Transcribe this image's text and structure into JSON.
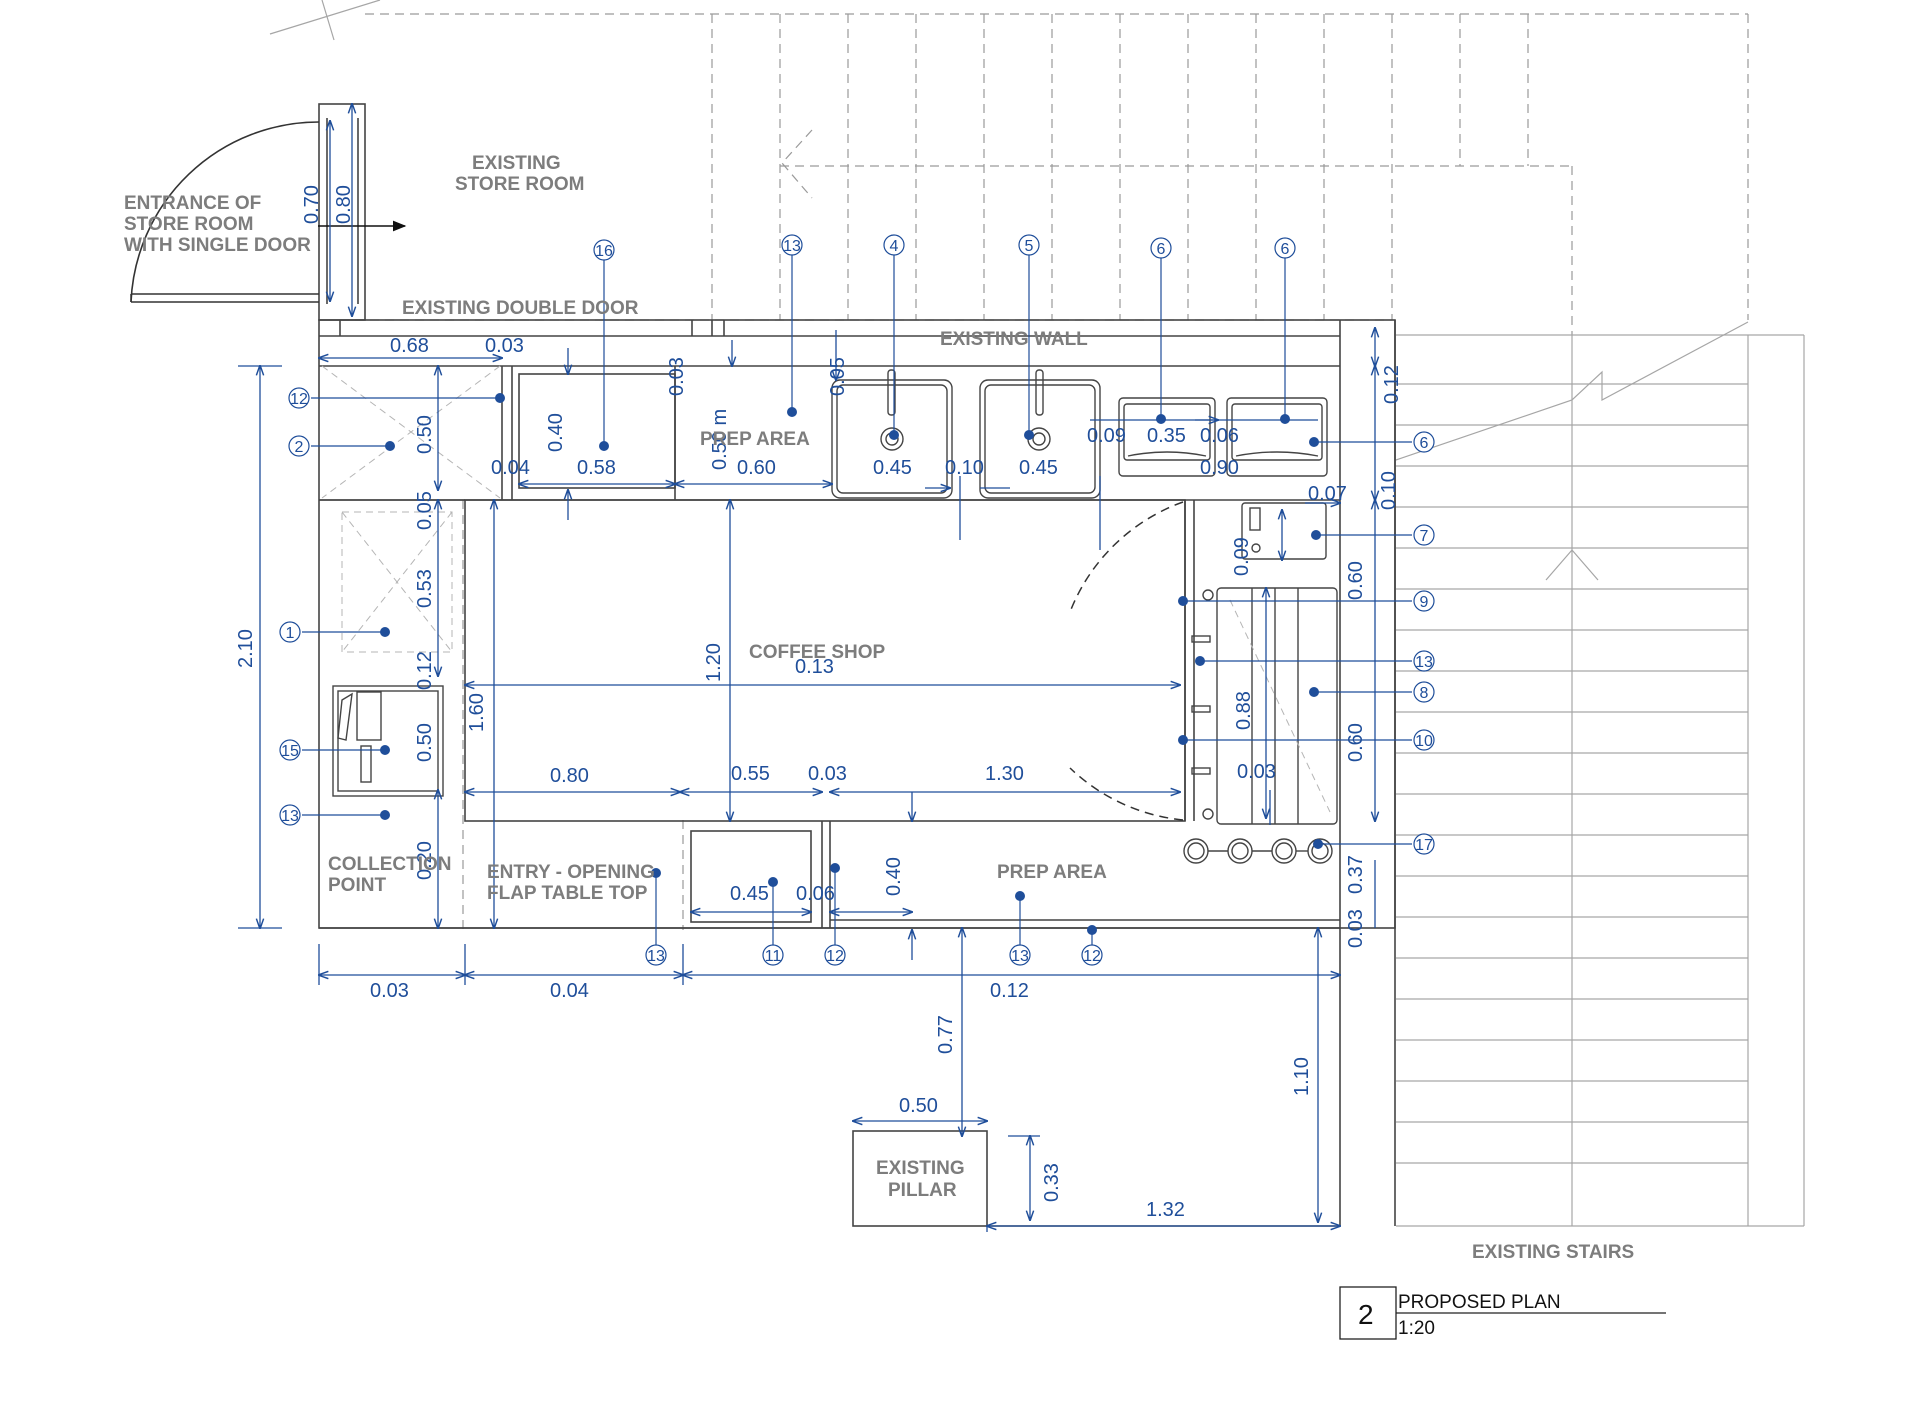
{
  "labels": {
    "entrance": [
      "ENTRANCE OF",
      "STORE ROOM",
      "WITH SINGLE DOOR"
    ],
    "store_room": [
      "EXISTING",
      "STORE ROOM"
    ],
    "double_door": "EXISTING  DOUBLE DOOR",
    "existing_wall": "EXISTING  WALL",
    "prep_area_top": "PREP AREA",
    "coffee_shop": "COFFEE SHOP",
    "collection_point": [
      "COLLECTION",
      "POINT"
    ],
    "entry_opening": [
      "ENTRY - OPENING",
      "FLAP TABLE TOP"
    ],
    "prep_area_bottom": "PREP AREA",
    "existing_pillar": [
      "EXISTING",
      "PILLAR"
    ],
    "existing_stairs": "EXISTING STAIRS"
  },
  "title_block": {
    "number": "2",
    "name": "PROPOSED PLAN",
    "scale": "1:20"
  },
  "colors": {
    "dimension": "#1f4e9a",
    "wall": "#444444",
    "label": "#7d7d7d",
    "hidden": "#9a9a9a"
  },
  "dimensions": [
    {
      "text": "0.68"
    },
    {
      "text": "0.03"
    },
    {
      "text": "0.70"
    },
    {
      "text": "0.80"
    },
    {
      "text": "0.40"
    },
    {
      "text": "0.58"
    },
    {
      "text": "0.03"
    },
    {
      "text": "0.50 m"
    },
    {
      "text": "0.60"
    },
    {
      "text": "0.05"
    },
    {
      "text": "0.45"
    },
    {
      "text": "0.10"
    },
    {
      "text": "0.45"
    },
    {
      "text": "0.09"
    },
    {
      "text": "0.35"
    },
    {
      "text": "0.06"
    },
    {
      "text": "0.90"
    },
    {
      "text": "0.12"
    },
    {
      "text": "0.10"
    },
    {
      "text": "0.07"
    },
    {
      "text": "0.09"
    },
    {
      "text": "0.60"
    },
    {
      "text": "0.88"
    },
    {
      "text": "0.60"
    },
    {
      "text": "0.03"
    },
    {
      "text": "0.37"
    },
    {
      "text": "0.03"
    },
    {
      "text": "0.50"
    },
    {
      "text": "0.04"
    },
    {
      "text": "0.05"
    },
    {
      "text": "0.53"
    },
    {
      "text": "0.12"
    },
    {
      "text": "0.50"
    },
    {
      "text": "0.20"
    },
    {
      "text": "2.10"
    },
    {
      "text": "1.60"
    },
    {
      "text": "1.20"
    },
    {
      "text": "0.13"
    },
    {
      "text": "0.80"
    },
    {
      "text": "0.55"
    },
    {
      "text": "0.03"
    },
    {
      "text": "1.30"
    },
    {
      "text": "0.45"
    },
    {
      "text": "0.06"
    },
    {
      "text": "0.40"
    },
    {
      "text": "0.03"
    },
    {
      "text": "0.04"
    },
    {
      "text": "0.12"
    },
    {
      "text": "0.77"
    },
    {
      "text": "1.10"
    },
    {
      "text": "0.50"
    },
    {
      "text": "0.33"
    },
    {
      "text": "1.32"
    }
  ],
  "tags": [
    {
      "num": "16"
    },
    {
      "num": "13"
    },
    {
      "num": "4"
    },
    {
      "num": "5"
    },
    {
      "num": "6"
    },
    {
      "num": "6"
    },
    {
      "num": "12"
    },
    {
      "num": "2"
    },
    {
      "num": "6"
    },
    {
      "num": "7"
    },
    {
      "num": "9"
    },
    {
      "num": "13"
    },
    {
      "num": "8"
    },
    {
      "num": "10"
    },
    {
      "num": "17"
    },
    {
      "num": "1"
    },
    {
      "num": "15"
    },
    {
      "num": "13"
    },
    {
      "num": "13"
    },
    {
      "num": "11"
    },
    {
      "num": "12"
    },
    {
      "num": "13"
    },
    {
      "num": "12"
    }
  ]
}
